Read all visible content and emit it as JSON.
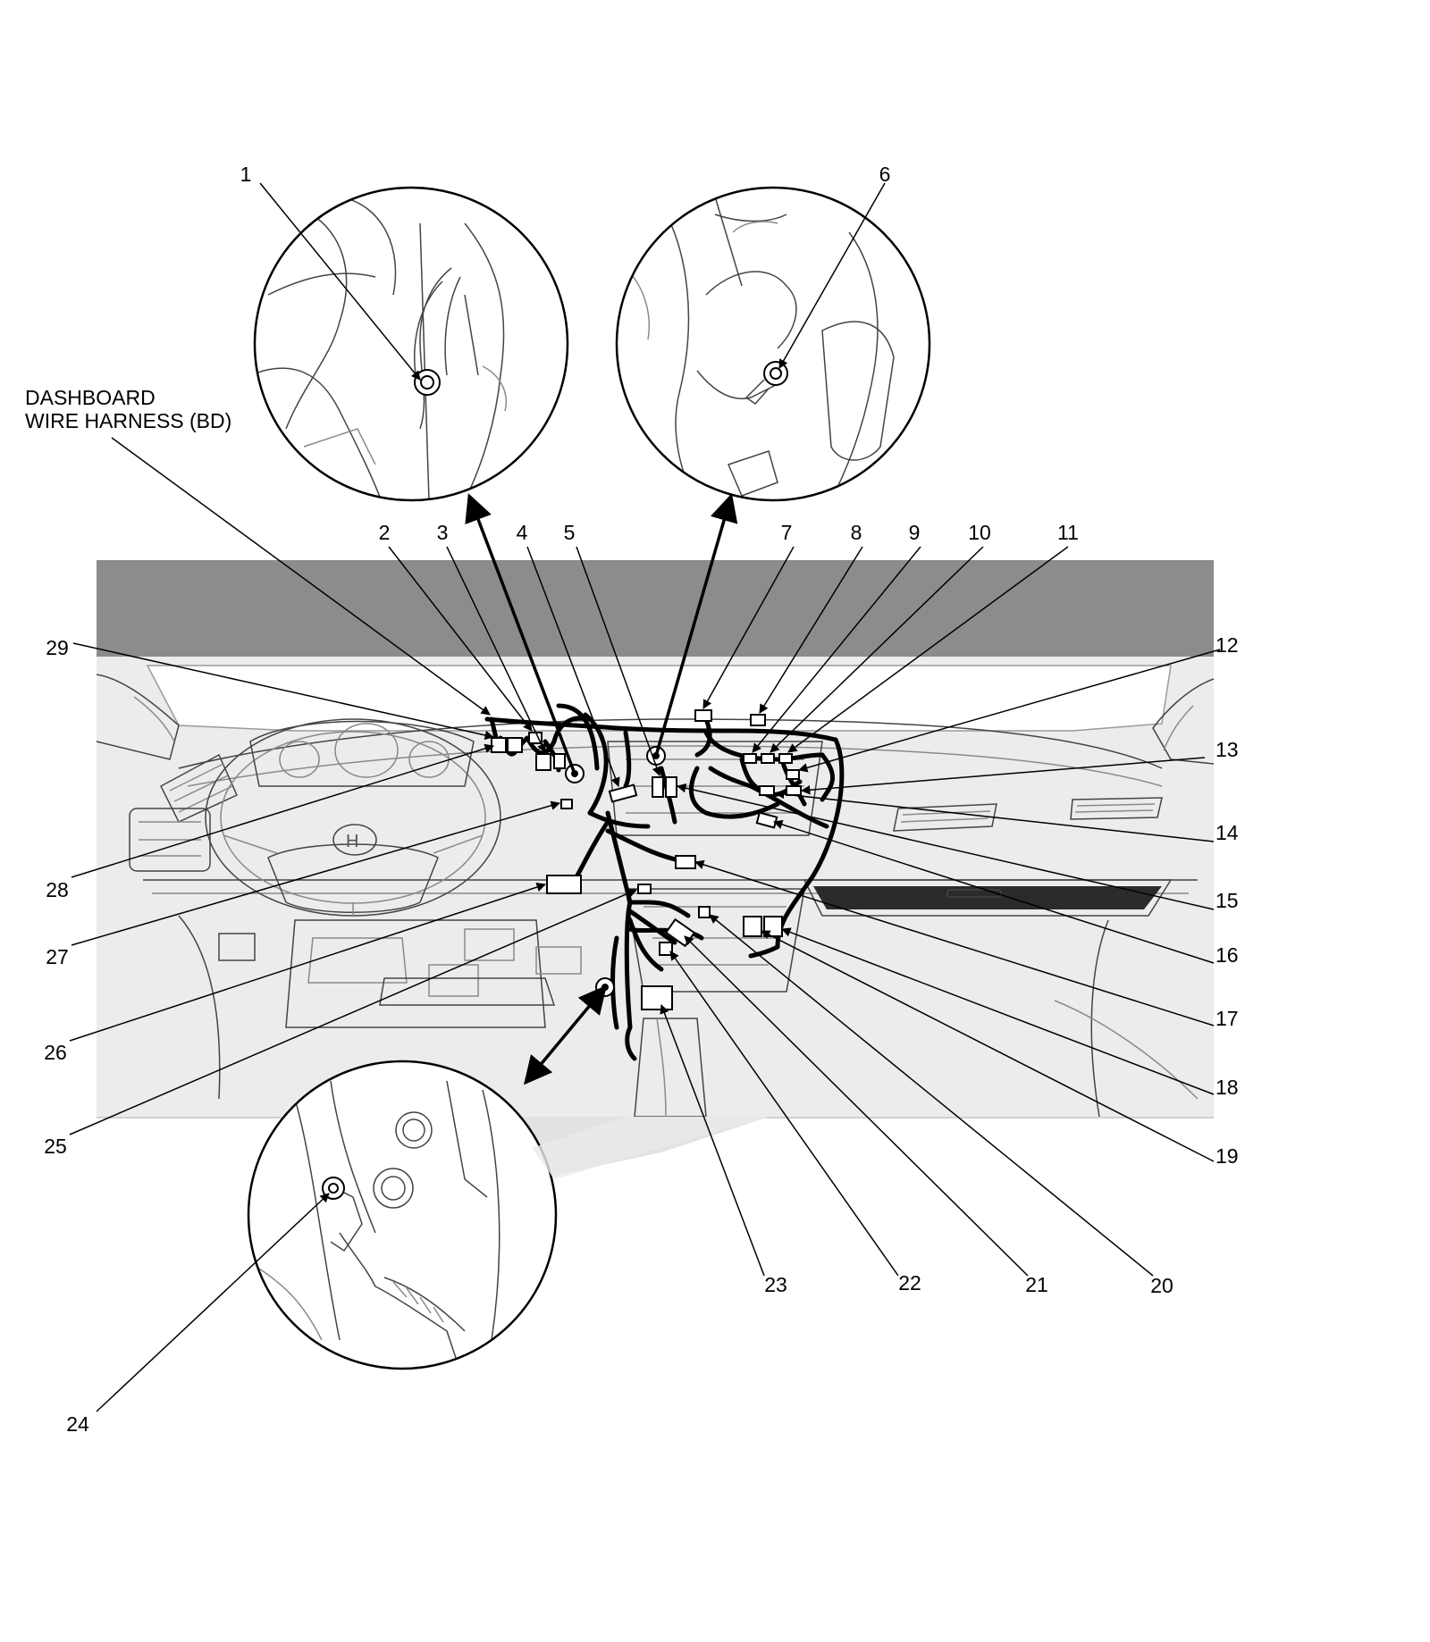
{
  "harness_label": [
    "DASHBOARD",
    "WIRE HARNESS (BD)"
  ],
  "callouts": [
    "1",
    "2",
    "3",
    "4",
    "5",
    "6",
    "7",
    "8",
    "9",
    "10",
    "11",
    "12",
    "13",
    "14",
    "15",
    "16",
    "17",
    "18",
    "19",
    "20",
    "21",
    "22",
    "23",
    "24",
    "25",
    "26",
    "27",
    "28",
    "29"
  ],
  "colors": {
    "band": "#8c8c8c",
    "line": "#000000",
    "background": "#ffffff"
  }
}
